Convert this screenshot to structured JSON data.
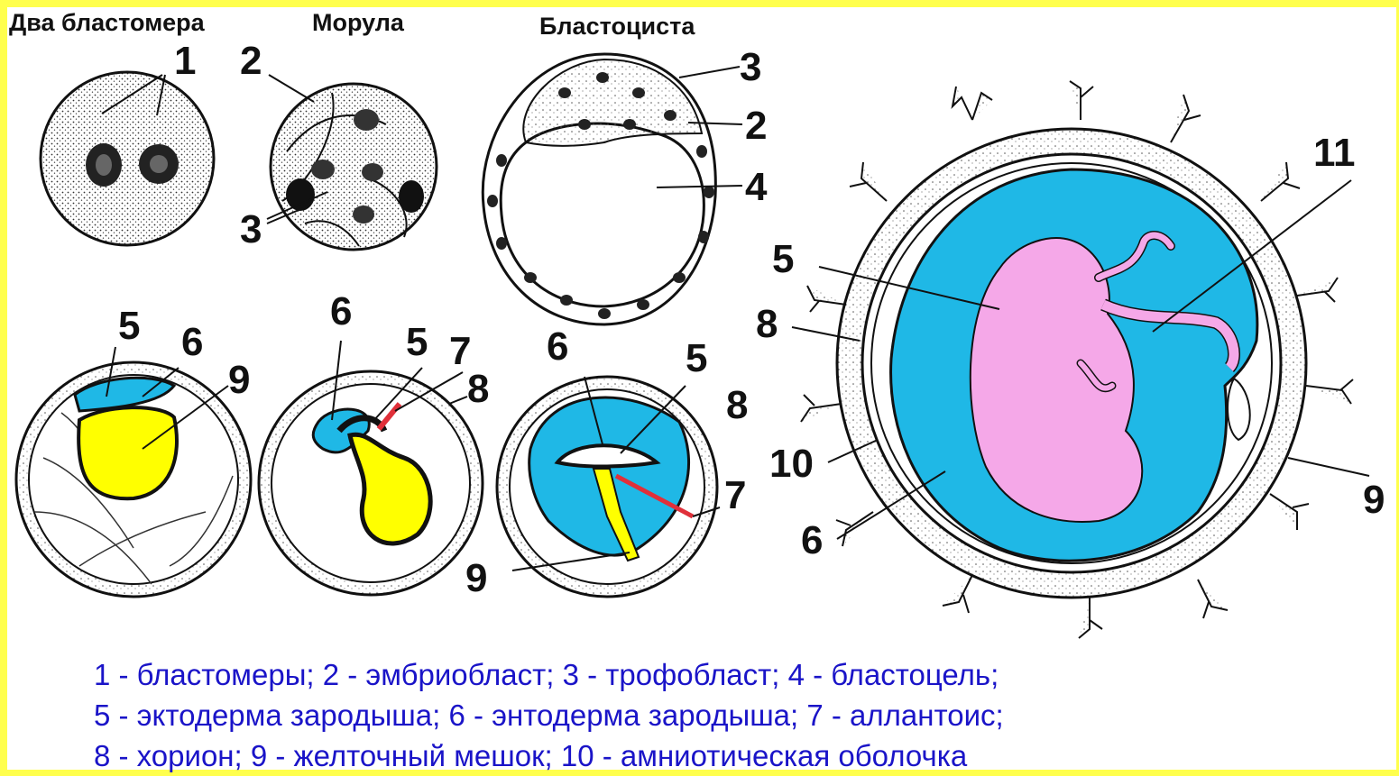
{
  "titles": {
    "two_blastomeres": "Два бластомера",
    "morula": "Морула",
    "blastocyst": "Бластоциста"
  },
  "labels": {
    "l1": "1",
    "l2": "2",
    "l3": "3",
    "l3b": "3",
    "l2b": "2",
    "l4": "4",
    "l5a": "5",
    "l6a": "6",
    "l9a": "9",
    "l6b": "6",
    "l5b": "5",
    "l7b": "7",
    "l8b": "8",
    "l6c": "6",
    "l5c": "5",
    "l8c": "8",
    "l7c": "7",
    "l9c": "9",
    "l11": "11",
    "l5d": "5",
    "l8d": "8",
    "l10d": "10",
    "l6d": "6",
    "l9d": "9"
  },
  "legend": {
    "line1": "1 - бластомеры; 2 - эмбриобласт; 3 - трофобласт; 4 - бластоцель;",
    "line2": "5 - эктодерма зародыша; 6 - энтодерма зародыша; 7 - аллантоис;",
    "line3": "8 - хорион; 9 - желточный мешок; 10 - амниотическая оболочка"
  },
  "colors": {
    "frame": "#ffff4d",
    "amnion_cavity": "#1fb8e6",
    "yolk_sac": "#ffff00",
    "embryo": "#f5a8e8",
    "allantois": "#e0303a",
    "legend_text": "#1a14c8"
  }
}
